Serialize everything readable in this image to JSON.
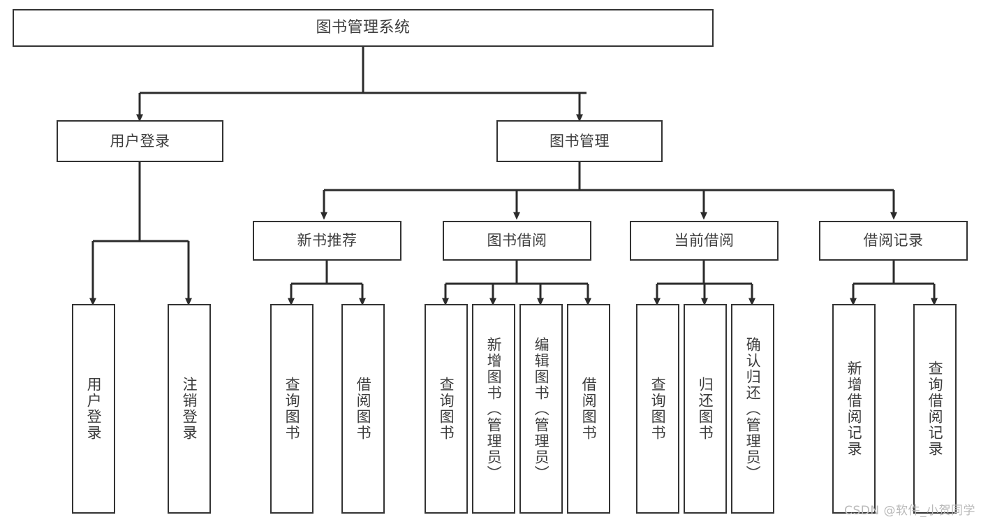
{
  "diagram": {
    "title": "图书管理系统",
    "type": "tree",
    "watermark": "CSDN @软件_小贺同学",
    "colors": {
      "background": "#ffffff",
      "box_border": "#333333",
      "box_fill": "#ffffff",
      "text": "#3d3d3d",
      "connector": "#2b2b2b",
      "watermark": "#b9b9b9"
    },
    "nodes": {
      "root": {
        "label": "图书管理系统",
        "level": 0
      },
      "level1": [
        {
          "id": "user-login",
          "label": "用户登录"
        },
        {
          "id": "book-manage",
          "label": "图书管理"
        }
      ],
      "level2": [
        {
          "id": "new-book-rec",
          "label": "新书推荐",
          "parent": "book-manage"
        },
        {
          "id": "book-borrow",
          "label": "图书借阅",
          "parent": "book-manage"
        },
        {
          "id": "current-borrow",
          "label": "当前借阅",
          "parent": "book-manage"
        },
        {
          "id": "borrow-record",
          "label": "借阅记录",
          "parent": "book-manage"
        }
      ],
      "leaves": [
        {
          "id": "leaf-user-login",
          "label": "用户登录",
          "parent": "user-login"
        },
        {
          "id": "leaf-logout",
          "label": "注销登录",
          "parent": "user-login"
        },
        {
          "id": "leaf-query-book-1",
          "label": "查询图书",
          "parent": "new-book-rec"
        },
        {
          "id": "leaf-borrow-book-1",
          "label": "借阅图书",
          "parent": "new-book-rec"
        },
        {
          "id": "leaf-query-book-2",
          "label": "查询图书",
          "parent": "book-borrow"
        },
        {
          "id": "leaf-add-book",
          "label": "新增图书（管理员）",
          "parent": "book-borrow"
        },
        {
          "id": "leaf-edit-book",
          "label": "编辑图书（管理员）",
          "parent": "book-borrow"
        },
        {
          "id": "leaf-borrow-book-2",
          "label": "借阅图书",
          "parent": "book-borrow"
        },
        {
          "id": "leaf-query-book-3",
          "label": "查询图书",
          "parent": "current-borrow"
        },
        {
          "id": "leaf-return-book",
          "label": "归还图书",
          "parent": "current-borrow"
        },
        {
          "id": "leaf-confirm-return",
          "label": "确认归还（管理员）",
          "parent": "current-borrow"
        },
        {
          "id": "leaf-add-record",
          "label": "新增借阅记录",
          "parent": "borrow-record"
        },
        {
          "id": "leaf-query-record",
          "label": "查询借阅记录",
          "parent": "borrow-record"
        }
      ]
    }
  }
}
